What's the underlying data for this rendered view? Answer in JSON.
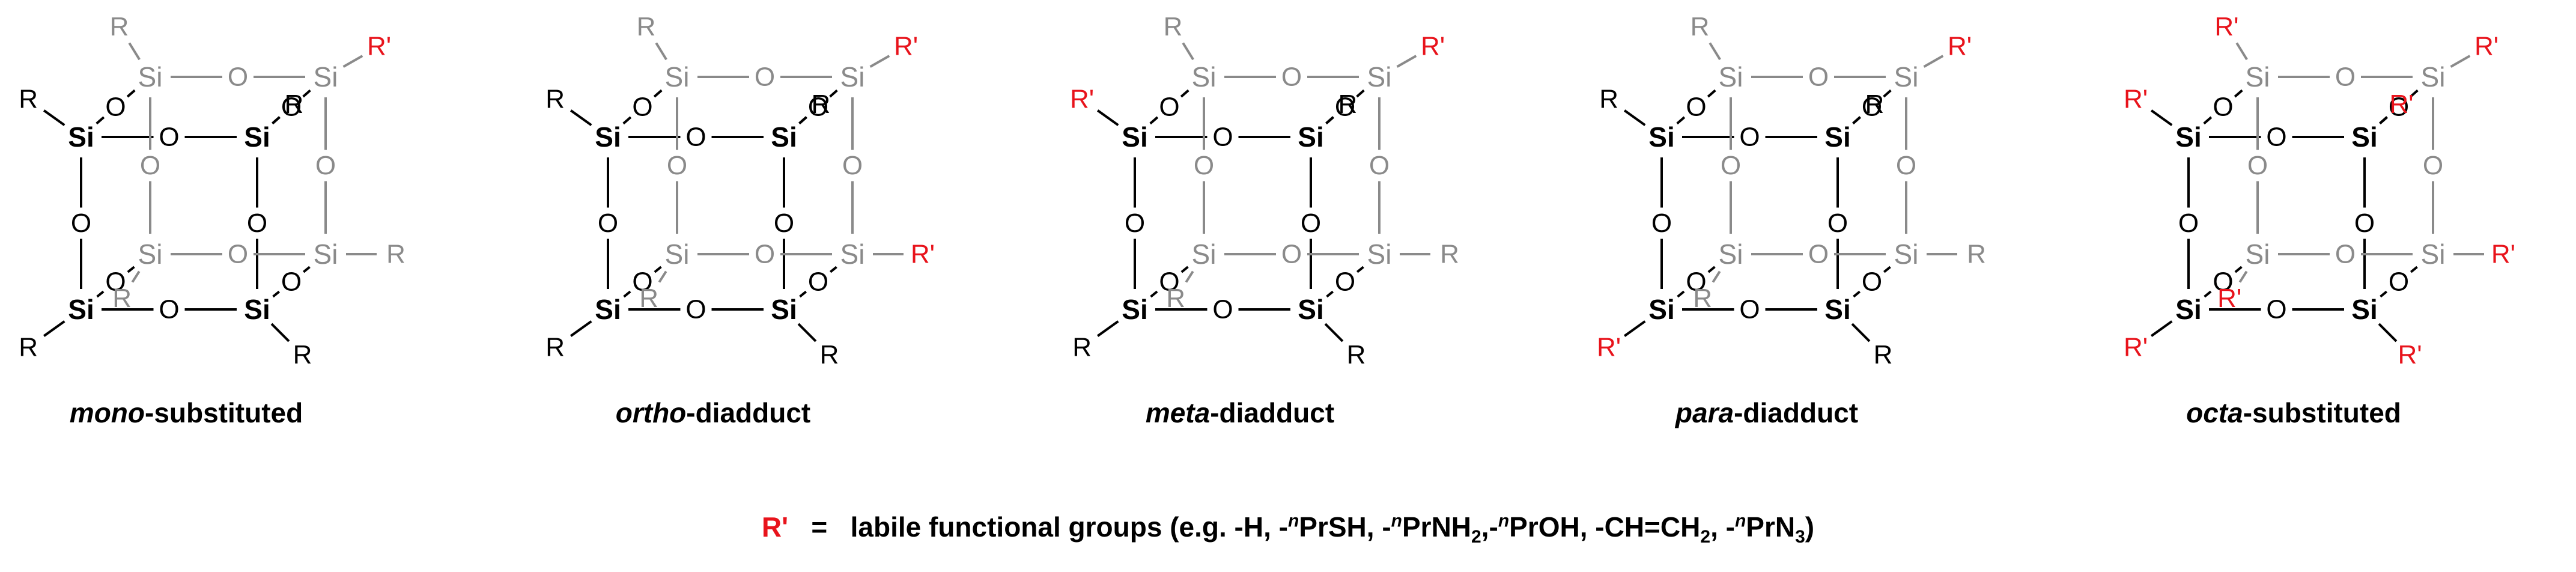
{
  "colors": {
    "front": "#000000",
    "back": "#8a8a8a",
    "labile": "#e8131b"
  },
  "atoms": {
    "si": "Si",
    "o": "O",
    "r": "R",
    "rp": "R'"
  },
  "molecules": [
    {
      "id": "mono",
      "prefix": "mono",
      "suffix": "-substituted",
      "labile": [
        "BTR"
      ]
    },
    {
      "id": "ortho",
      "prefix": "ortho",
      "suffix": "-diadduct",
      "labile": [
        "BTR",
        "BBR"
      ]
    },
    {
      "id": "meta",
      "prefix": "meta",
      "suffix": "-diadduct",
      "labile": [
        "BTR",
        "FTL"
      ]
    },
    {
      "id": "para",
      "prefix": "para",
      "suffix": "-diadduct",
      "labile": [
        "BTR",
        "FBL"
      ]
    },
    {
      "id": "octa",
      "prefix": "octa",
      "suffix": "-substituted",
      "labile": [
        "BTL",
        "BTR",
        "BBL",
        "BBR",
        "FTL",
        "FTR",
        "FBL",
        "FBR"
      ]
    }
  ],
  "legend": {
    "symbol": "R'",
    "equals": "=",
    "text_start": "labile functional groups (e.g. -H, -",
    "n1": "n",
    "t1": "PrSH, -",
    "n2": "n",
    "t2": "PrNH",
    "sub2a": "2",
    "t3": ",-",
    "n3": "n",
    "t4": "PrOH, -CH=CH",
    "sub2b": "2",
    "t5": ", -",
    "n4": "n",
    "t6": "PrN",
    "sub3": "3",
    "t7": ")"
  }
}
